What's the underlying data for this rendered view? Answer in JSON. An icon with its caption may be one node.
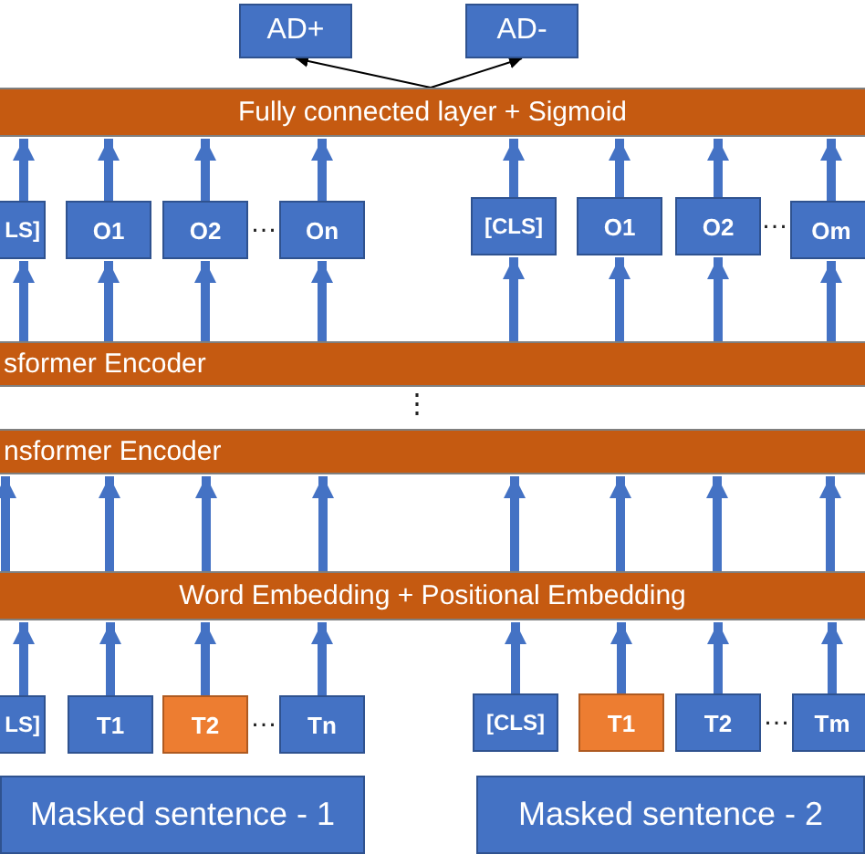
{
  "diagram": {
    "nodes": [
      {
        "text": [
          "AD+"
        ]
      },
      {
        "text": [
          "AD-"
        ]
      },
      {
        "text": [
          "Fully connected layer + Sigmoid"
        ]
      },
      {
        "text": [
          "LS]"
        ]
      },
      {
        "text": [
          "O1"
        ]
      },
      {
        "text": [
          "O2"
        ]
      },
      {
        "text": [
          "On"
        ]
      },
      {
        "text": [
          "[CLS]"
        ]
      },
      {
        "text": [
          "O1"
        ]
      },
      {
        "text": [
          "O2"
        ]
      },
      {
        "text": [
          "Om"
        ]
      },
      {
        "text": [
          "sformer Encoder"
        ]
      },
      {
        "text": [
          "nsformer Encoder"
        ]
      },
      {
        "text": [
          "Word Embedding + Positional Embedding"
        ]
      },
      {
        "text": [
          "LS]"
        ]
      },
      {
        "text": [
          "T1"
        ]
      },
      {
        "text": [
          "T2"
        ]
      },
      {
        "text": [
          "Tn"
        ]
      },
      {
        "text": [
          "[CLS]"
        ]
      },
      {
        "text": [
          "T1"
        ]
      },
      {
        "text": [
          "T2"
        ]
      },
      {
        "text": [
          "Tm"
        ]
      },
      {
        "text": [
          "Masked sentence - 1"
        ]
      },
      {
        "text": [
          "Masked sentence - 2"
        ]
      }
    ],
    "edges": [
      {
        "from": 2,
        "to": 0,
        "arrow": "to",
        "color": "#000000"
      },
      {
        "from": 2,
        "to": 1,
        "arrow": "to",
        "color": "#000000"
      },
      {
        "from": 3,
        "to": 2,
        "arrow": "to"
      },
      {
        "from": 4,
        "to": 2,
        "arrow": "to"
      },
      {
        "from": 5,
        "to": 2,
        "arrow": "to"
      },
      {
        "from": 6,
        "to": 2,
        "arrow": "to"
      },
      {
        "from": 7,
        "to": 2,
        "arrow": "to"
      },
      {
        "from": 8,
        "to": 2,
        "arrow": "to"
      },
      {
        "from": 9,
        "to": 2,
        "arrow": "to"
      },
      {
        "from": 10,
        "to": 2,
        "arrow": "to"
      },
      {
        "from": 11,
        "to": 3,
        "arrow": "to"
      },
      {
        "from": 11,
        "to": 4,
        "arrow": "to"
      },
      {
        "from": 11,
        "to": 5,
        "arrow": "to"
      },
      {
        "from": 11,
        "to": 6,
        "arrow": "to"
      },
      {
        "from": 11,
        "to": 7,
        "arrow": "to"
      },
      {
        "from": 11,
        "to": 8,
        "arrow": "to"
      },
      {
        "from": 11,
        "to": 9,
        "arrow": "to"
      },
      {
        "from": 11,
        "to": 10,
        "arrow": "to"
      },
      {
        "from": 13,
        "to": 12,
        "arrow": "to"
      },
      {
        "from": 13,
        "to": 12,
        "arrow": "to"
      },
      {
        "from": 13,
        "to": 12,
        "arrow": "to"
      },
      {
        "from": 13,
        "to": 12,
        "arrow": "to"
      },
      {
        "from": 13,
        "to": 12,
        "arrow": "to"
      },
      {
        "from": 13,
        "to": 12,
        "arrow": "to"
      },
      {
        "from": 13,
        "to": 12,
        "arrow": "to"
      },
      {
        "from": 13,
        "to": 12,
        "arrow": "to"
      },
      {
        "from": 14,
        "to": 13,
        "arrow": "to"
      },
      {
        "from": 15,
        "to": 13,
        "arrow": "to"
      },
      {
        "from": 16,
        "to": 13,
        "arrow": "to"
      },
      {
        "from": 17,
        "to": 13,
        "arrow": "to"
      },
      {
        "from": 18,
        "to": 13,
        "arrow": "to"
      },
      {
        "from": 19,
        "to": 13,
        "arrow": "to"
      },
      {
        "from": 20,
        "to": 13,
        "arrow": "to"
      },
      {
        "from": 21,
        "to": 13,
        "arrow": "to"
      }
    ],
    "labels": [
      "…",
      "…",
      "⋮",
      "…",
      "…"
    ]
  }
}
